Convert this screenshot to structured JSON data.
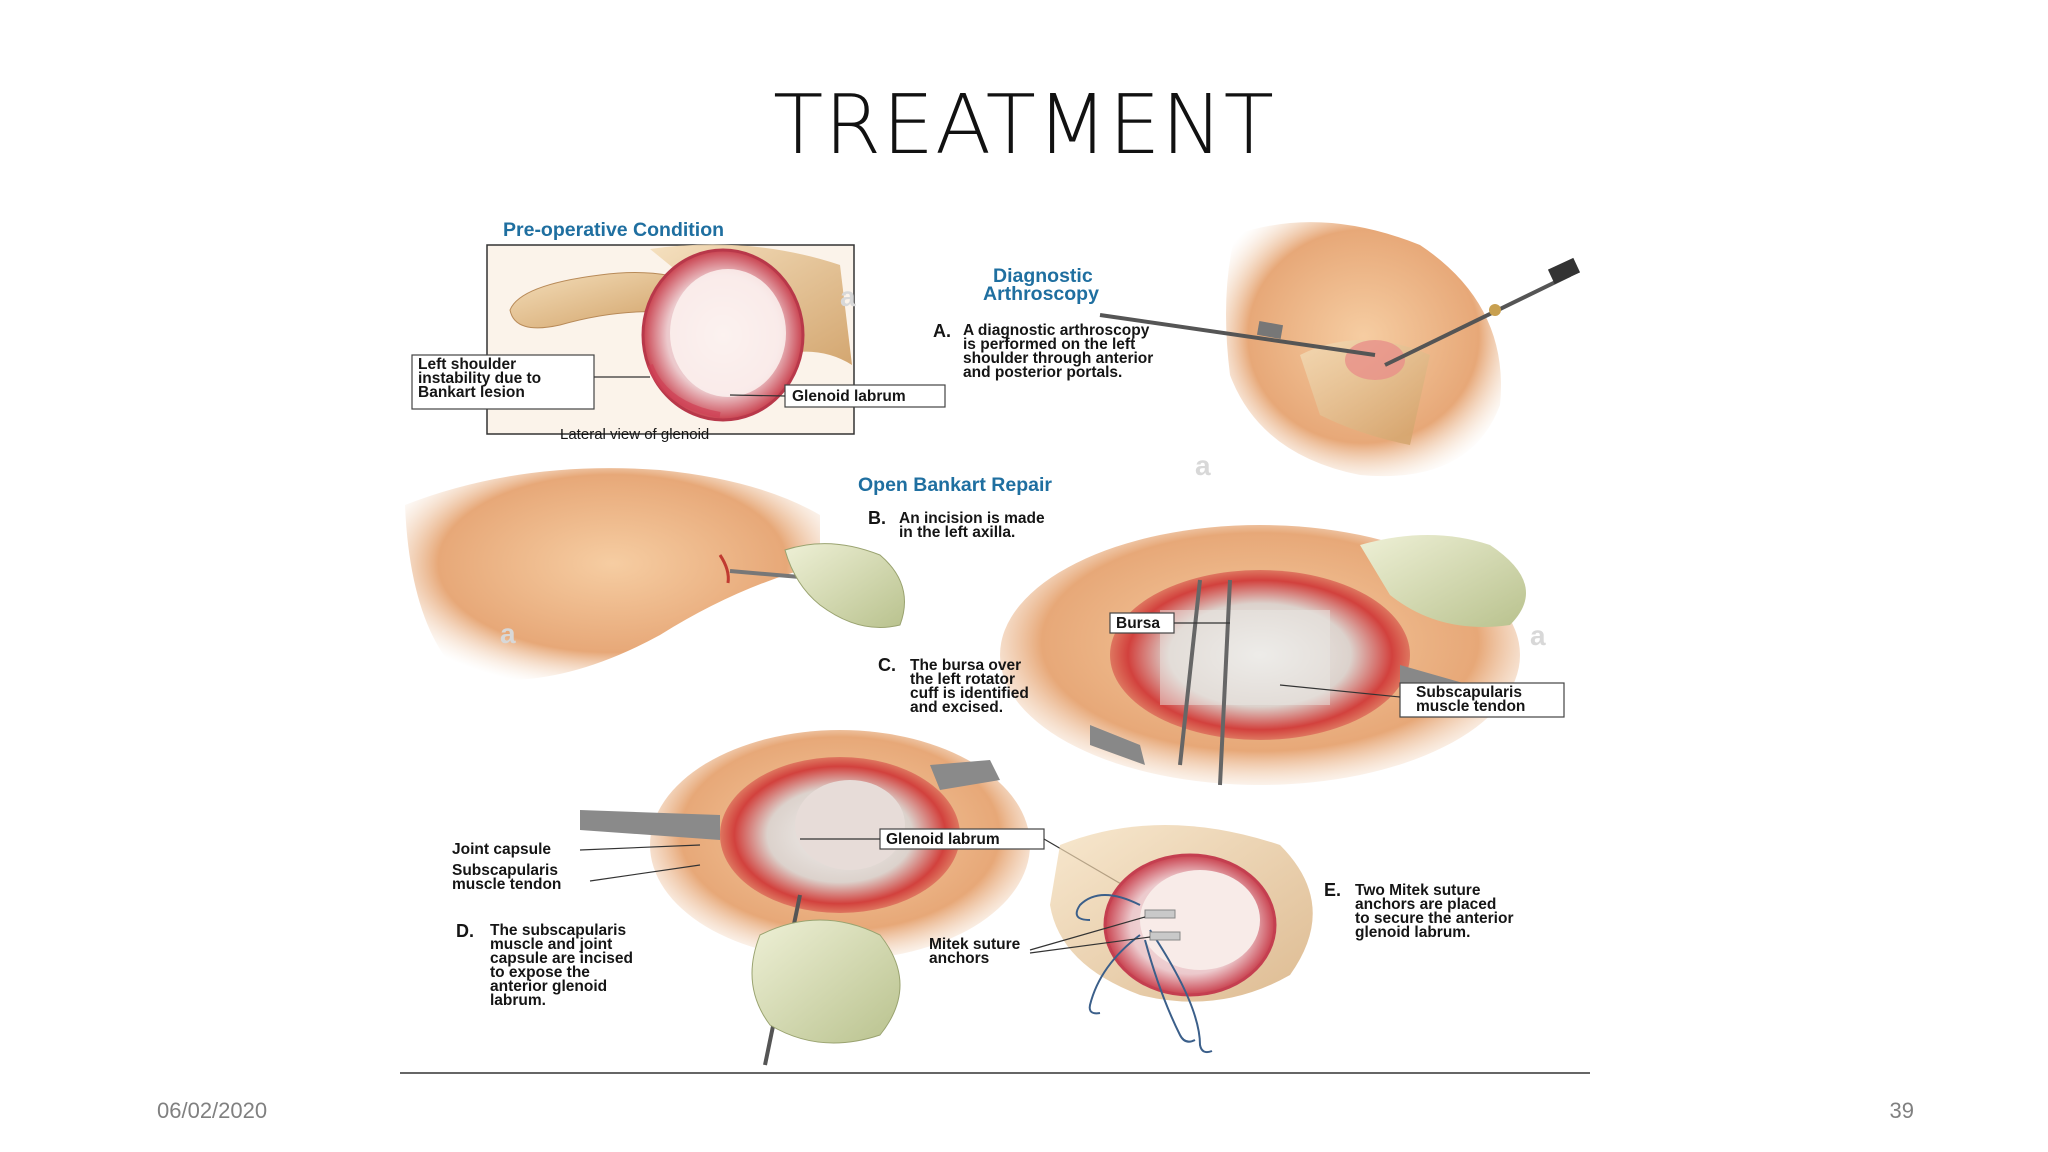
{
  "slide": {
    "title": "TREATMENT",
    "date": "06/02/2020",
    "page_number": "39"
  },
  "figure": {
    "preop": {
      "heading": "Pre-operative Condition",
      "label_lesion": [
        "Left shoulder",
        "instability due to",
        "Bankart lesion"
      ],
      "label_labrum": "Glenoid labrum",
      "caption": "Lateral view of glenoid"
    },
    "diagnostic": {
      "heading": [
        "Diagnostic",
        "Arthroscopy"
      ],
      "step_letter": "A.",
      "step_text": [
        "A diagnostic arthroscopy",
        "is performed on the left",
        "shoulder through anterior",
        "and posterior portals."
      ]
    },
    "open_repair": {
      "heading": "Open Bankart Repair",
      "b_letter": "B.",
      "b_text": [
        "An incision is made",
        "in the left axilla."
      ],
      "c_letter": "C.",
      "c_text": [
        "The bursa over",
        "the left rotator",
        "cuff is identified",
        "and excised."
      ],
      "label_bursa": "Bursa",
      "label_subscap_c": [
        "Subscapularis",
        "muscle tendon"
      ],
      "label_joint_capsule": "Joint capsule",
      "label_subscap_d": [
        "Subscapularis",
        "muscle tendon"
      ],
      "label_glenoid_labrum": "Glenoid labrum",
      "d_letter": "D.",
      "d_text": [
        "The subscapularis",
        "muscle and joint",
        "capsule are incised",
        "to expose the",
        "anterior glenoid",
        "labrum."
      ],
      "label_mitek": [
        "Mitek suture",
        "anchors"
      ],
      "e_letter": "E.",
      "e_text": [
        "Two Mitek suture",
        "anchors are placed",
        "to secure the anterior",
        "glenoid labrum."
      ]
    },
    "watermark_mark": "a"
  }
}
